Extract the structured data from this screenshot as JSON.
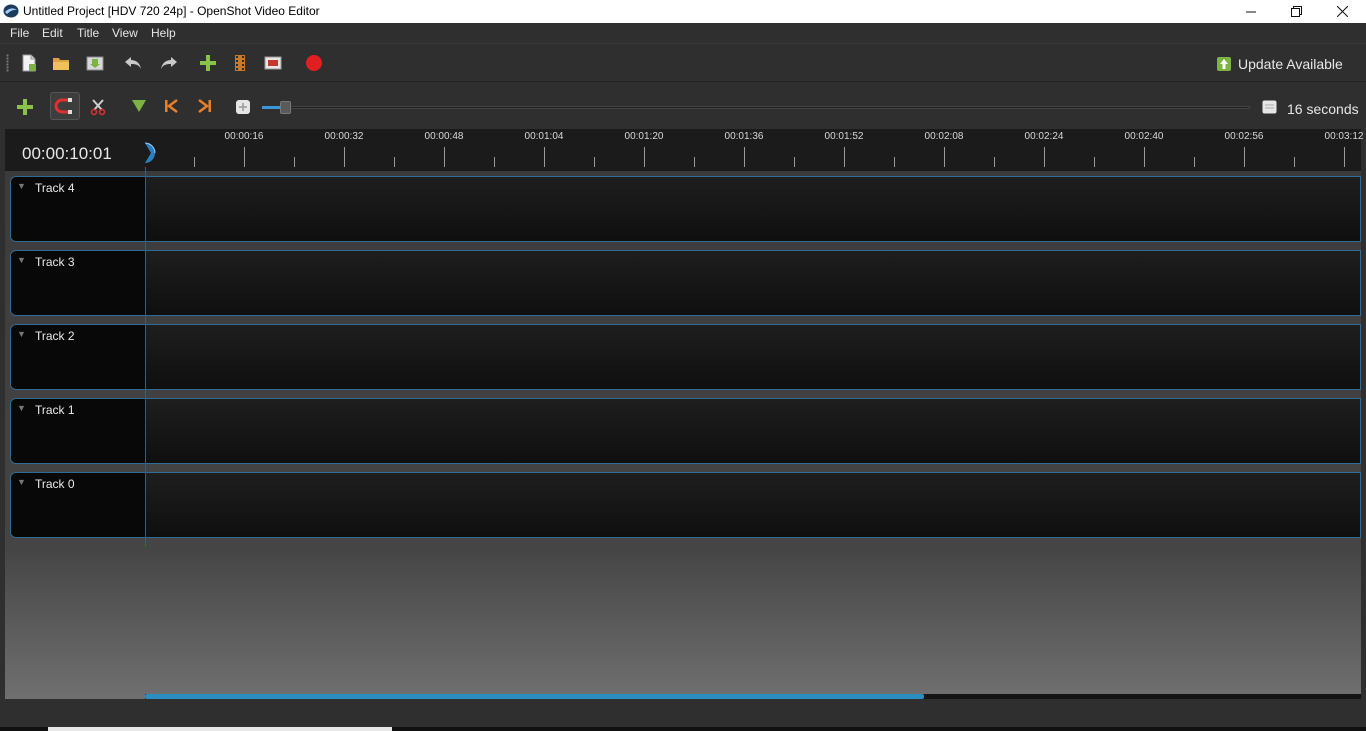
{
  "window": {
    "title": "Untitled Project [HDV 720 24p] - OpenShot Video Editor",
    "controls": [
      "minimize-icon",
      "restore-icon",
      "close-icon"
    ]
  },
  "menu": {
    "items": [
      {
        "label": "File"
      },
      {
        "label": "Edit"
      },
      {
        "label": "Title"
      },
      {
        "label": "View"
      },
      {
        "label": "Help"
      }
    ]
  },
  "main_toolbar": {
    "buttons": [
      "new-project-icon",
      "open-project-icon",
      "save-project-icon",
      "undo-icon",
      "redo-icon",
      "import-files-icon",
      "choose-profile-icon",
      "fullscreen-icon",
      "export-video-icon"
    ],
    "update_label": "Update Available"
  },
  "timeline_toolbar": {
    "buttons": [
      "add-track-icon",
      "snap-icon",
      "razor-icon",
      "add-marker-icon",
      "previous-marker-icon",
      "next-marker-icon",
      "center-timeline-icon"
    ],
    "zoom_label": "16 seconds"
  },
  "timeline": {
    "timecode": "00:00:10:01",
    "ruler_labels": [
      "00:00:16",
      "00:00:32",
      "00:00:48",
      "00:01:04",
      "00:01:20",
      "00:01:36",
      "00:01:52",
      "00:02:08",
      "00:02:24",
      "00:02:40",
      "00:02:56",
      "00:03:12"
    ],
    "tracks": [
      {
        "label": "Track 4"
      },
      {
        "label": "Track 3"
      },
      {
        "label": "Track 2"
      },
      {
        "label": "Track 1"
      },
      {
        "label": "Track 0"
      }
    ]
  },
  "colors": {
    "accent": "#3a96d8",
    "playhead": "#d22020",
    "record": "#e02020",
    "green": "#8bc34a"
  }
}
